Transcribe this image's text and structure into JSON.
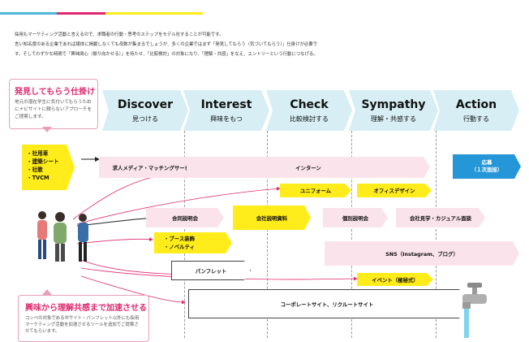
{
  "intro": {
    "line1": "採用もマーケティング活動と言えるので、求職者の行動・思考のステップをモデル化することが可能です。",
    "line2": "言い知名度のある企業であれば媒体に掲載しなくても母数が集まるでしょうが、多くの企業ではまず「発見してもらう（気づいてもらう）」仕掛けが必要で",
    "line3": "す。そしてわずかな時間で「興味関心（振り向かせる）」を持たせ、「比較検討」の対象になり、「理解・共感」をなえ、エントリーという行動につなげる。"
  },
  "callout_top": {
    "title": "発見してもらう仕掛け",
    "body": "地元の潜在学生に気付いてもらうためにナビサイトに頼らないアプローチをご提案します。"
  },
  "callout_bottom": {
    "title": "興味から理解共感まで加速させる",
    "body": "コンペの対象である中サイト・パンフレット以外にも採用マーケティング活動を加速させるツールを追加でご提案させてもらいます。"
  },
  "stages": [
    {
      "title": "Discover",
      "sub": "見つける"
    },
    {
      "title": "Interest",
      "sub": "興味をもつ"
    },
    {
      "title": "Check",
      "sub": "比較検討する"
    },
    {
      "title": "Sympathy",
      "sub": "理解・共感する"
    },
    {
      "title": "Action",
      "sub": "行動する"
    }
  ],
  "discover_items": [
    "・社用車",
    "・建築シート",
    "・社歌",
    "・TVCM"
  ],
  "novelty_items": [
    "・ブース装飾",
    "・ノベルティ"
  ],
  "tools": {
    "recruit_media": "求人メディア・マッチングサービス",
    "internship": "インターン",
    "apply": "応募",
    "apply_sub": "（１次面接）",
    "uniform": "ユニフォーム",
    "office_design": "オフィスデザイン",
    "joint_briefing": "合同説明会",
    "company_materials": "会社説明資料",
    "individual_briefing": "個別説明会",
    "company_tour": "会社見学・カジュアル面談",
    "sns": "SNS（Instagram、ブログ）",
    "pamphlet": "パンフレット",
    "event": "イベント（極秘式）",
    "corporate_site": "コーポレートサイト、リクルートサイト"
  },
  "colors": {
    "pink": "#e0286e",
    "yellow": "#ffec1a",
    "stage_bg": "#d6eef4",
    "blue": "#2596d8",
    "bar_pink": "#fbe3ec"
  }
}
